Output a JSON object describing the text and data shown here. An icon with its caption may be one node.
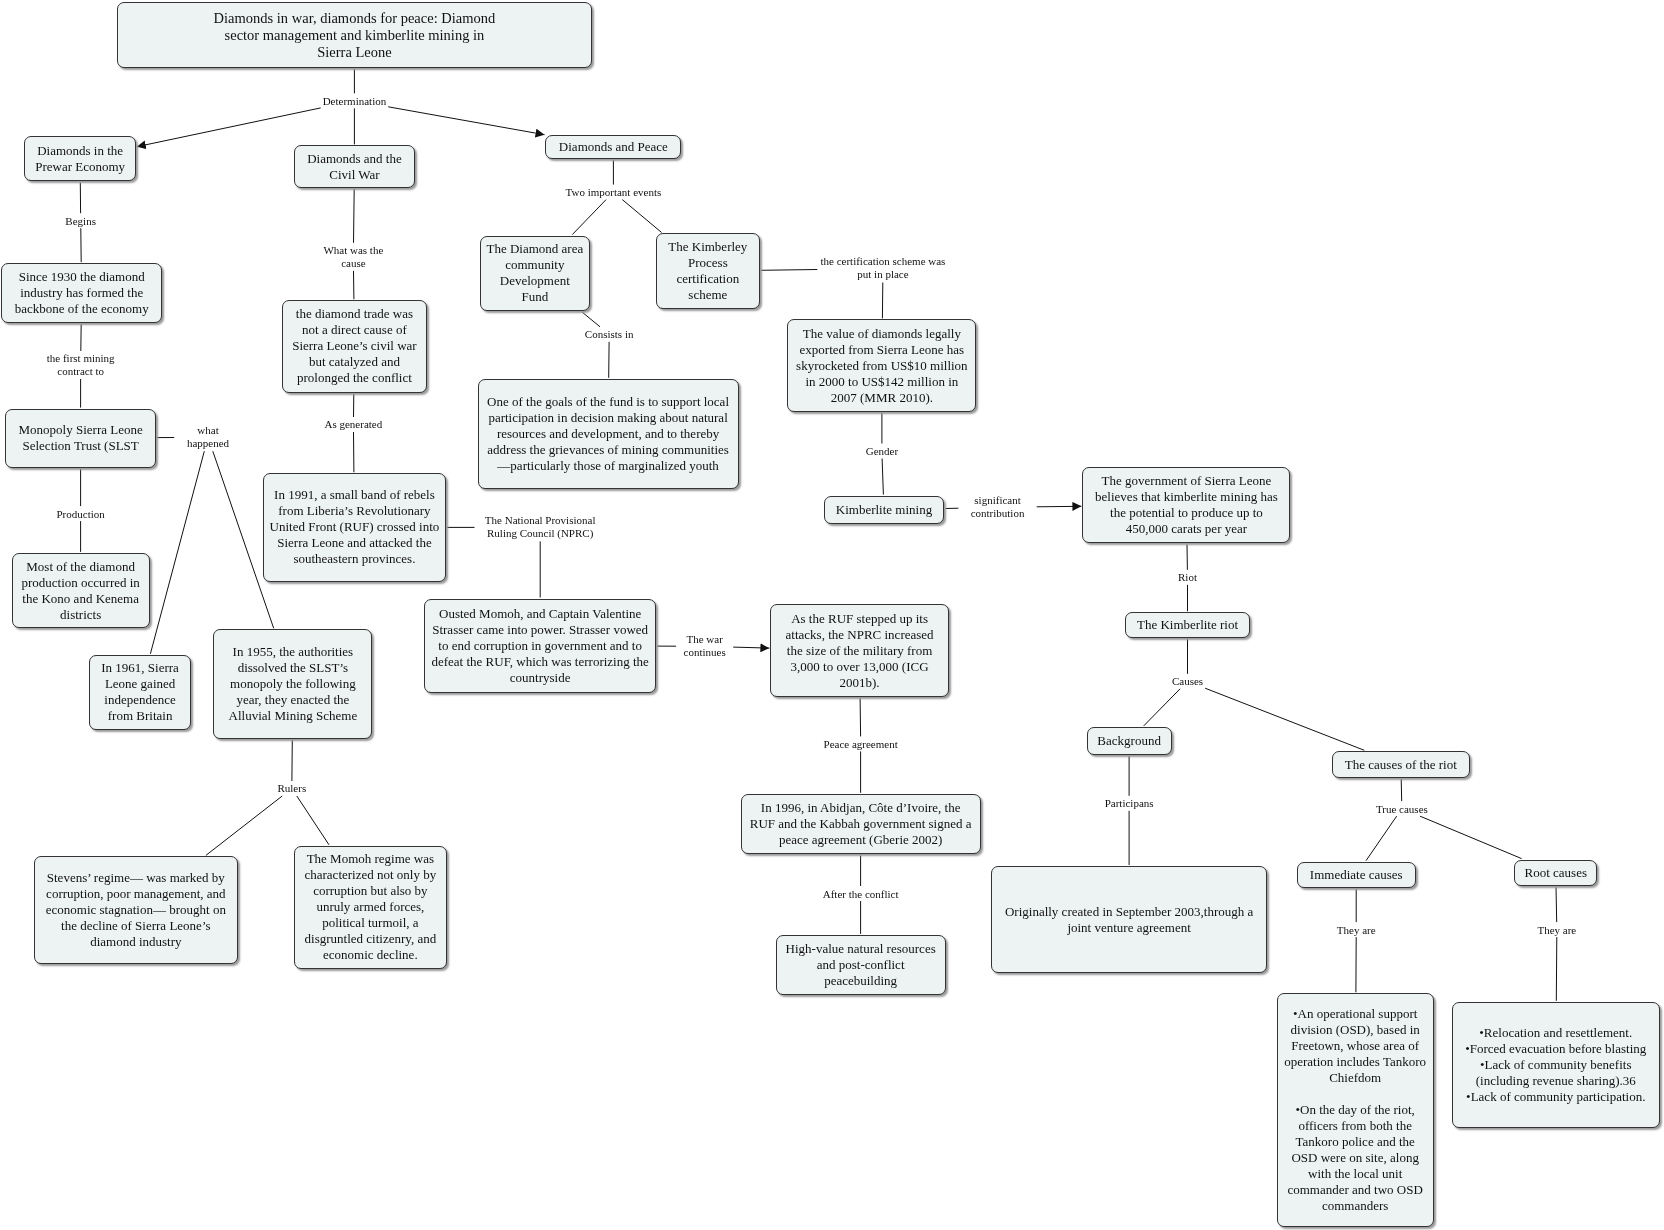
{
  "diagram": {
    "nodes": [
      {
        "text": [
          "Diamonds in war, diamonds for peace: Diamond sector management and kimberlite mining in Sierra Leone"
        ]
      },
      {
        "text": [
          "Diamonds in the Prewar Economy"
        ]
      },
      {
        "text": [
          "Diamonds and the Civil War"
        ]
      },
      {
        "text": [
          "Diamonds and Peace"
        ]
      },
      {
        "text": [
          "Since 1930 the diamond industry has formed the backbone of the economy"
        ]
      },
      {
        "text": [
          "the diamond trade was not a direct cause of Sierra Leone’s civil war but catalyzed and prolonged the conflict"
        ]
      },
      {
        "text": [
          "The Diamond area community Development Fund"
        ]
      },
      {
        "text": [
          "The Kimberley Process certification scheme"
        ]
      },
      {
        "text": [
          "Monopoly Sierra Leone Selection Trust (SLST"
        ]
      },
      {
        "text": [
          "One of the goals of the fund is to support local participation in decision making about natural resources and development, and to thereby address the grievances of mining communities—particularly those of marginalized youth"
        ]
      },
      {
        "text": [
          "The value of diamonds legally exported from Sierra Leone has skyrocketed from US$10 million in 2000 to US$142 million in 2007 (MMR 2010)."
        ]
      },
      {
        "text": [
          "Most of the diamond production occurred in the Kono and Kenema districts"
        ]
      },
      {
        "text": [
          "In 1991, a small band of rebels from Liberia’s Revolutionary United Front (RUF) crossed into Sierra Leone and attacked the southeastern provinces."
        ]
      },
      {
        "text": [
          "Kimberlite mining"
        ]
      },
      {
        "text": [
          "The government of Sierra Leone believes that kimberlite mining has the potential to produce up to 450,000 carats per year"
        ]
      },
      {
        "text": [
          "In 1961, Sierra Leone gained independence from Britain"
        ]
      },
      {
        "text": [
          "In 1955, the authorities dissolved the SLST’s monopoly the following year, they enacted the Alluvial Mining Scheme"
        ]
      },
      {
        "text": [
          "Ousted Momoh, and Captain Valentine Strasser came into power. Strasser vowed to end corruption in government and to defeat the RUF, which was terrorizing the countryside"
        ]
      },
      {
        "text": [
          "As the RUF stepped up its attacks, the NPRC increased the size of the military from 3,000 to over 13,000 (ICG 2001b)."
        ]
      },
      {
        "text": [
          "The Kimberlite riot"
        ]
      },
      {
        "text": [
          "Background"
        ]
      },
      {
        "text": [
          "The causes of the riot"
        ]
      },
      {
        "text": [
          "In 1996, in Abidjan, Côte d’Ivoire, the RUF and the Kabbah government signed a peace agreement (Gberie 2002)"
        ]
      },
      {
        "text": [
          "Stevens’ regime— was marked by corruption, poor management, and economic stagnation— brought on the decline of Sierra Leone’s diamond industry"
        ]
      },
      {
        "text": [
          "The Momoh regime was characterized not only by corruption but also by unruly armed forces, political turmoil, a disgruntled citizenry, and economic decline."
        ]
      },
      {
        "text": [
          "Originally created in September 2003,through a joint venture agreement"
        ]
      },
      {
        "text": [
          "Immediate causes"
        ]
      },
      {
        "text": [
          "Root causes"
        ]
      },
      {
        "text": [
          "High-value natural resources and post-conflict peacebuilding"
        ]
      },
      {
        "text": [
          "•An operational support division (OSD), based in Freetown, whose area of operation includes Tankoro Chiefdom",
          "•On the day of the riot, officers from both the Tankoro police and the OSD were on site, along with the local unit commander and two OSD commanders"
        ]
      },
      {
        "text": [
          "•Relocation and resettlement.",
          "•Forced evacuation before blasting",
          "•Lack of community benefits (including revenue sharing).36",
          "•Lack of community participation."
        ]
      },
      {
        "text": [
          "Determination"
        ]
      },
      {
        "text": [
          "Begins"
        ]
      },
      {
        "text": [
          "What was the cause"
        ]
      },
      {
        "text": [
          "Two important events"
        ]
      },
      {
        "text": [
          "the first mining contract to"
        ]
      },
      {
        "text": [
          "what happened"
        ]
      },
      {
        "text": [
          "Consists in"
        ]
      },
      {
        "text": [
          "the certification scheme was put in place"
        ]
      },
      {
        "text": [
          "As generated"
        ]
      },
      {
        "text": [
          "Production"
        ]
      },
      {
        "text": [
          "Gender"
        ]
      },
      {
        "text": [
          "significant contribution"
        ]
      },
      {
        "text": [
          "The National Provisional Ruling Council (NPRC)"
        ]
      },
      {
        "text": [
          "The war continues"
        ]
      },
      {
        "text": [
          "Riot"
        ]
      },
      {
        "text": [
          "Causes"
        ]
      },
      {
        "text": [
          "Rulers"
        ]
      },
      {
        "text": [
          "Peace agreement"
        ]
      },
      {
        "text": [
          "Participans"
        ]
      },
      {
        "text": [
          "True causes"
        ]
      },
      {
        "text": [
          "After the conflict"
        ]
      },
      {
        "text": [
          "They are"
        ]
      },
      {
        "text": [
          "They are"
        ]
      }
    ],
    "edges": [
      {
        "from": 0,
        "to": 31,
        "arrow": "none"
      },
      {
        "from": 31,
        "to": 1,
        "arrow": "to"
      },
      {
        "from": 31,
        "to": 2,
        "arrow": "none"
      },
      {
        "from": 31,
        "to": 3,
        "arrow": "to"
      },
      {
        "from": 1,
        "to": 32,
        "arrow": "none"
      },
      {
        "from": 32,
        "to": 4,
        "arrow": "none"
      },
      {
        "from": 2,
        "to": 33,
        "arrow": "none"
      },
      {
        "from": 33,
        "to": 5,
        "arrow": "none"
      },
      {
        "from": 3,
        "to": 34,
        "arrow": "none"
      },
      {
        "from": 34,
        "to": 6,
        "arrow": "none"
      },
      {
        "from": 34,
        "to": 7,
        "arrow": "none"
      },
      {
        "from": 4,
        "to": 35,
        "arrow": "none"
      },
      {
        "from": 35,
        "to": 8,
        "arrow": "none"
      },
      {
        "from": 8,
        "to": 36,
        "arrow": "none"
      },
      {
        "from": 36,
        "to": 15,
        "arrow": "none"
      },
      {
        "from": 36,
        "to": 16,
        "arrow": "none"
      },
      {
        "from": 6,
        "to": 37,
        "arrow": "none"
      },
      {
        "from": 37,
        "to": 9,
        "arrow": "none"
      },
      {
        "from": 7,
        "to": 38,
        "arrow": "none"
      },
      {
        "from": 38,
        "to": 10,
        "arrow": "none"
      },
      {
        "from": 5,
        "to": 39,
        "arrow": "none"
      },
      {
        "from": 39,
        "to": 12,
        "arrow": "none"
      },
      {
        "from": 8,
        "to": 40,
        "arrow": "none"
      },
      {
        "from": 40,
        "to": 11,
        "arrow": "none"
      },
      {
        "from": 10,
        "to": 41,
        "arrow": "none"
      },
      {
        "from": 41,
        "to": 13,
        "arrow": "none"
      },
      {
        "from": 13,
        "to": 42,
        "arrow": "none"
      },
      {
        "from": 42,
        "to": 14,
        "arrow": "to"
      },
      {
        "from": 12,
        "to": 43,
        "arrow": "none"
      },
      {
        "from": 43,
        "to": 17,
        "arrow": "none"
      },
      {
        "from": 17,
        "to": 44,
        "arrow": "none"
      },
      {
        "from": 44,
        "to": 18,
        "arrow": "to"
      },
      {
        "from": 14,
        "to": 45,
        "arrow": "none"
      },
      {
        "from": 45,
        "to": 19,
        "arrow": "none"
      },
      {
        "from": 19,
        "to": 46,
        "arrow": "none"
      },
      {
        "from": 46,
        "to": 20,
        "arrow": "none"
      },
      {
        "from": 46,
        "to": 21,
        "arrow": "none"
      },
      {
        "from": 16,
        "to": 47,
        "arrow": "none"
      },
      {
        "from": 47,
        "to": 23,
        "arrow": "none"
      },
      {
        "from": 47,
        "to": 24,
        "arrow": "none"
      },
      {
        "from": 18,
        "to": 48,
        "arrow": "none"
      },
      {
        "from": 48,
        "to": 22,
        "arrow": "none"
      },
      {
        "from": 20,
        "to": 49,
        "arrow": "none"
      },
      {
        "from": 49,
        "to": 25,
        "arrow": "none"
      },
      {
        "from": 21,
        "to": 50,
        "arrow": "none"
      },
      {
        "from": 50,
        "to": 26,
        "arrow": "none"
      },
      {
        "from": 50,
        "to": 27,
        "arrow": "none"
      },
      {
        "from": 22,
        "to": 51,
        "arrow": "none"
      },
      {
        "from": 51,
        "to": 28,
        "arrow": "none"
      },
      {
        "from": 26,
        "to": 52,
        "arrow": "none"
      },
      {
        "from": 52,
        "to": 29,
        "arrow": "none"
      },
      {
        "from": 27,
        "to": 53,
        "arrow": "none"
      },
      {
        "from": 53,
        "to": 30,
        "arrow": "none"
      }
    ]
  }
}
